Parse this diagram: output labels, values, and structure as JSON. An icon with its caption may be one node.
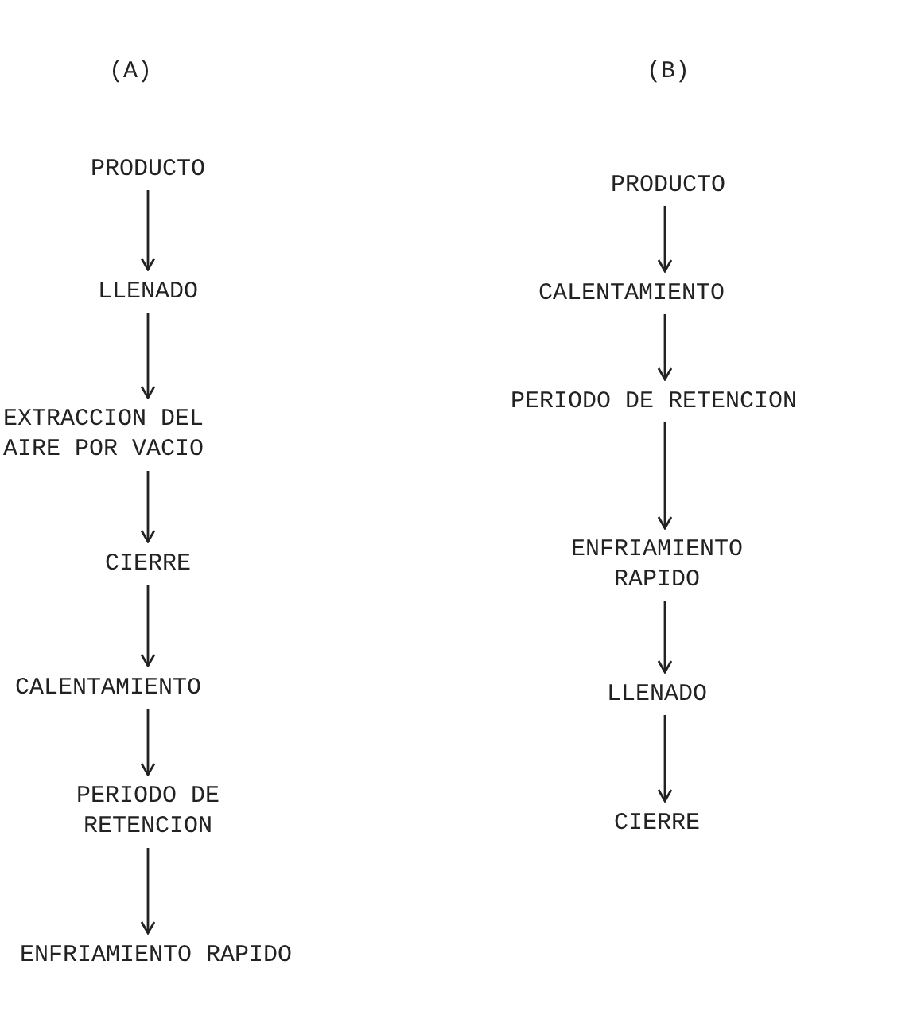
{
  "diagram": {
    "nodes": [
      {
        "text": [
          "PRODUCTO"
        ]
      },
      {
        "text": [
          "LLENADO"
        ]
      },
      {
        "text": [
          "EXTRACCION DEL AIRE POR VACIO"
        ]
      },
      {
        "text": [
          "CIERRE"
        ]
      },
      {
        "text": [
          "CALENTAMIENTO"
        ]
      },
      {
        "text": [
          "PERIODO DE RETENCION"
        ]
      },
      {
        "text": [
          "ENFRIAMIENTO RAPIDO"
        ]
      },
      {
        "text": [
          "PRODUCTO"
        ]
      },
      {
        "text": [
          "CALENTAMIENTO"
        ]
      },
      {
        "text": [
          "PERIODO DE RETENCION"
        ]
      },
      {
        "text": [
          "ENFRIAMIENTO RAPIDO"
        ]
      },
      {
        "text": [
          "LLENADO"
        ]
      },
      {
        "text": [
          "CIERRE"
        ]
      }
    ],
    "edges": [
      {
        "from": 0,
        "to": 1,
        "arrow": "to"
      },
      {
        "from": 1,
        "to": 2,
        "arrow": "to"
      },
      {
        "from": 2,
        "to": 3,
        "arrow": "to"
      },
      {
        "from": 3,
        "to": 4,
        "arrow": "to"
      },
      {
        "from": 4,
        "to": 5,
        "arrow": "to"
      },
      {
        "from": 5,
        "to": 6,
        "arrow": "to"
      },
      {
        "from": 7,
        "to": 8,
        "arrow": "to"
      },
      {
        "from": 8,
        "to": 9,
        "arrow": "to"
      },
      {
        "from": 9,
        "to": 10,
        "arrow": "to"
      },
      {
        "from": 10,
        "to": 11,
        "arrow": "to"
      },
      {
        "from": 11,
        "to": 12,
        "arrow": "to"
      }
    ],
    "labels": [
      "(A)",
      "(B)"
    ]
  }
}
